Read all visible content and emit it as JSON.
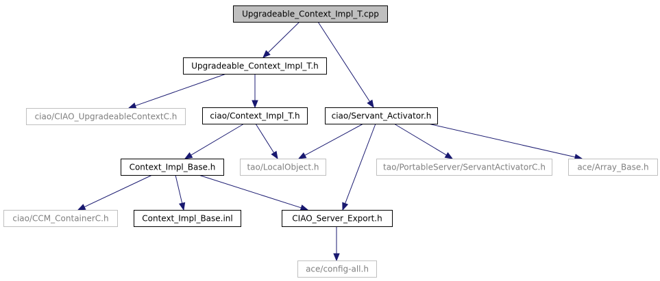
{
  "colors": {
    "edge": "#191970",
    "root_fill": "#bfbfbf",
    "solid_border": "#000000",
    "gray_border": "#bfbfbf",
    "solid_text": "#000000",
    "gray_text": "#7f7f7f"
  },
  "nodes": {
    "root": {
      "label": "Upgradeable_Context_Impl_T.cpp",
      "style": "root"
    },
    "upgrade_h": {
      "label": "Upgradeable_Context_Impl_T.h",
      "style": "solid"
    },
    "ciao_upgradeable_c": {
      "label": "ciao/CIAO_UpgradeableContextC.h",
      "style": "gray"
    },
    "ciao_context_impl_t": {
      "label": "ciao/Context_Impl_T.h",
      "style": "solid"
    },
    "ciao_servant_activator": {
      "label": "ciao/Servant_Activator.h",
      "style": "solid"
    },
    "context_impl_base_h": {
      "label": "Context_Impl_Base.h",
      "style": "solid"
    },
    "tao_local_object": {
      "label": "tao/LocalObject.h",
      "style": "gray"
    },
    "tao_servant_activator_c": {
      "label": "tao/PortableServer/ServantActivatorC.h",
      "style": "gray"
    },
    "ace_array_base": {
      "label": "ace/Array_Base.h",
      "style": "gray"
    },
    "ciao_ccm_container_c": {
      "label": "ciao/CCM_ContainerC.h",
      "style": "gray"
    },
    "context_impl_base_inl": {
      "label": "Context_Impl_Base.inl",
      "style": "solid"
    },
    "ciao_server_export": {
      "label": "CIAO_Server_Export.h",
      "style": "solid"
    },
    "ace_config_all": {
      "label": "ace/config-all.h",
      "style": "gray"
    }
  },
  "edges": [
    {
      "from": "root",
      "to": "upgrade_h"
    },
    {
      "from": "root",
      "to": "ciao_servant_activator"
    },
    {
      "from": "upgrade_h",
      "to": "ciao_upgradeable_c"
    },
    {
      "from": "upgrade_h",
      "to": "ciao_context_impl_t"
    },
    {
      "from": "ciao_context_impl_t",
      "to": "context_impl_base_h"
    },
    {
      "from": "ciao_context_impl_t",
      "to": "tao_local_object"
    },
    {
      "from": "ciao_servant_activator",
      "to": "tao_local_object"
    },
    {
      "from": "ciao_servant_activator",
      "to": "tao_servant_activator_c"
    },
    {
      "from": "ciao_servant_activator",
      "to": "ace_array_base"
    },
    {
      "from": "ciao_servant_activator",
      "to": "ciao_server_export"
    },
    {
      "from": "context_impl_base_h",
      "to": "ciao_ccm_container_c"
    },
    {
      "from": "context_impl_base_h",
      "to": "context_impl_base_inl"
    },
    {
      "from": "context_impl_base_h",
      "to": "ciao_server_export"
    },
    {
      "from": "ciao_server_export",
      "to": "ace_config_all"
    }
  ]
}
